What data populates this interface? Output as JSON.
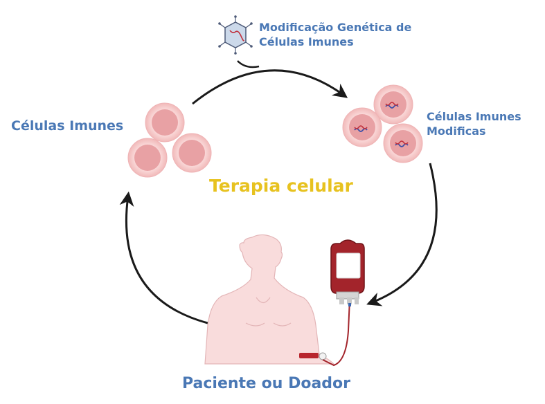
{
  "labels": {
    "immune_cells": "Células Imunes",
    "genetic_modification_line1": "Modificação Genética de",
    "genetic_modification_line2": "Células Imunes",
    "modified_cells_line1": "Células Imunes",
    "modified_cells_line2": "Modificas",
    "center_title": "Terapia celular",
    "patient": "Paciente ou Doador"
  },
  "colors": {
    "label_blue": "#4a78b5",
    "title_yellow": "#e7c21f",
    "cell_outer": "#f6cdcd",
    "cell_inner": "#e9a3a5",
    "arrow": "#1a1a1a",
    "skin": "#f9dcdc",
    "blood": "#a3242b"
  }
}
